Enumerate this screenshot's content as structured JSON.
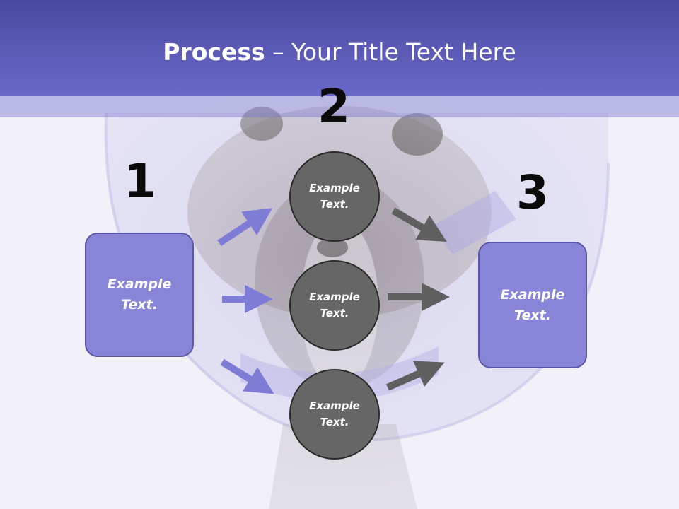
{
  "title": {
    "bold": "Process",
    "dash": " – ",
    "rest": "Your Title Text Here"
  },
  "steps": {
    "one": "1",
    "two": "2",
    "three": "3"
  },
  "left_box": {
    "text": "Example Text."
  },
  "right_box": {
    "text": "Example Text."
  },
  "circles": [
    {
      "text": "Example Text."
    },
    {
      "text": "Example Text."
    },
    {
      "text": "Example Text."
    }
  ],
  "colors": {
    "header": "#5b59b8",
    "box_fill": "#8885d8",
    "box_border": "#5a57a6",
    "circle_fill": "#666666",
    "arrow_purple": "#7f7cd6",
    "arrow_gray": "#5f5f5f"
  }
}
